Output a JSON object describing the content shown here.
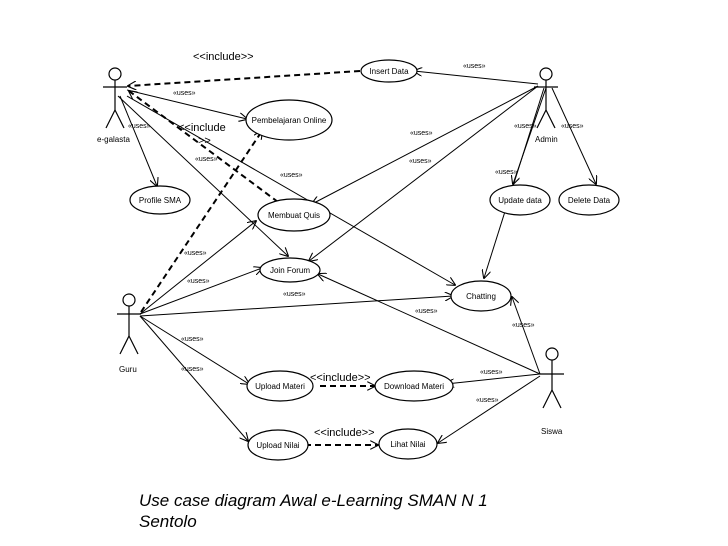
{
  "diagram": {
    "actors": {
      "egalasta": "e-galasta",
      "admin": "Admin",
      "guru": "Guru",
      "siswa": "Siswa"
    },
    "use_cases": {
      "insert_data": "Insert Data",
      "pembelajaran_online": "Pembelajaran Online",
      "profile_sma": "Profile SMA",
      "membuat_quis": "Membuat Quis",
      "join_forum": "Join Forum",
      "chatting": "Chatting",
      "update_data": "Update data",
      "delete_data": "Delete Data",
      "upload_materi": "Upload Materi",
      "download_materi": "Download Materi",
      "upload_nilai": "Upload Nilai",
      "lihat_nilai": "Lihat Nilai"
    },
    "stereotypes": {
      "include": "<<include>>",
      "include_part1": "<<include",
      "include_part2": ">>",
      "uses": "«uses»"
    },
    "caption": {
      "line1": "Use case diagram Awal e-Learning SMAN N 1",
      "line2": "Sentolo"
    }
  }
}
